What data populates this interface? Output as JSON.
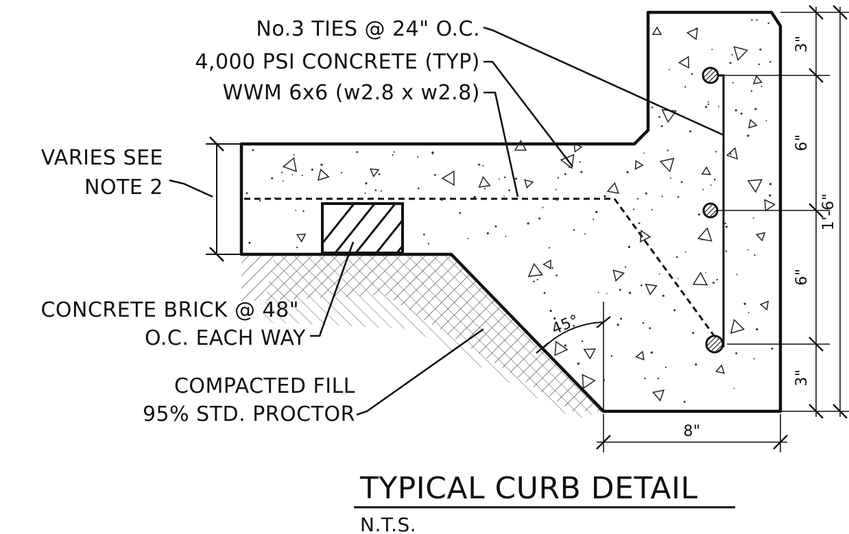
{
  "labels": {
    "ties": "No.3 TIES @ 24\" O.C.",
    "concrete": "4,000 PSI CONCRETE (TYP)",
    "wwm": "WWM 6x6 (w2.8 x w2.8)",
    "varies_line1": "VARIES SEE",
    "varies_line2": "NOTE 2",
    "brick_line1": "CONCRETE BRICK @ 48\"",
    "brick_line2": "O.C. EACH WAY",
    "fill_line1": "COMPACTED FILL",
    "fill_line2": "95% STD. PROCTOR"
  },
  "dimensions": {
    "top_cover": "3\"",
    "upper_spacing": "6\"",
    "lower_spacing": "6\"",
    "bottom_cover": "3\"",
    "overall_height": "1'-6\"",
    "width": "8\"",
    "angle": "45°"
  },
  "title": {
    "main": "TYPICAL CURB DETAIL",
    "scale": "N.T.S."
  }
}
